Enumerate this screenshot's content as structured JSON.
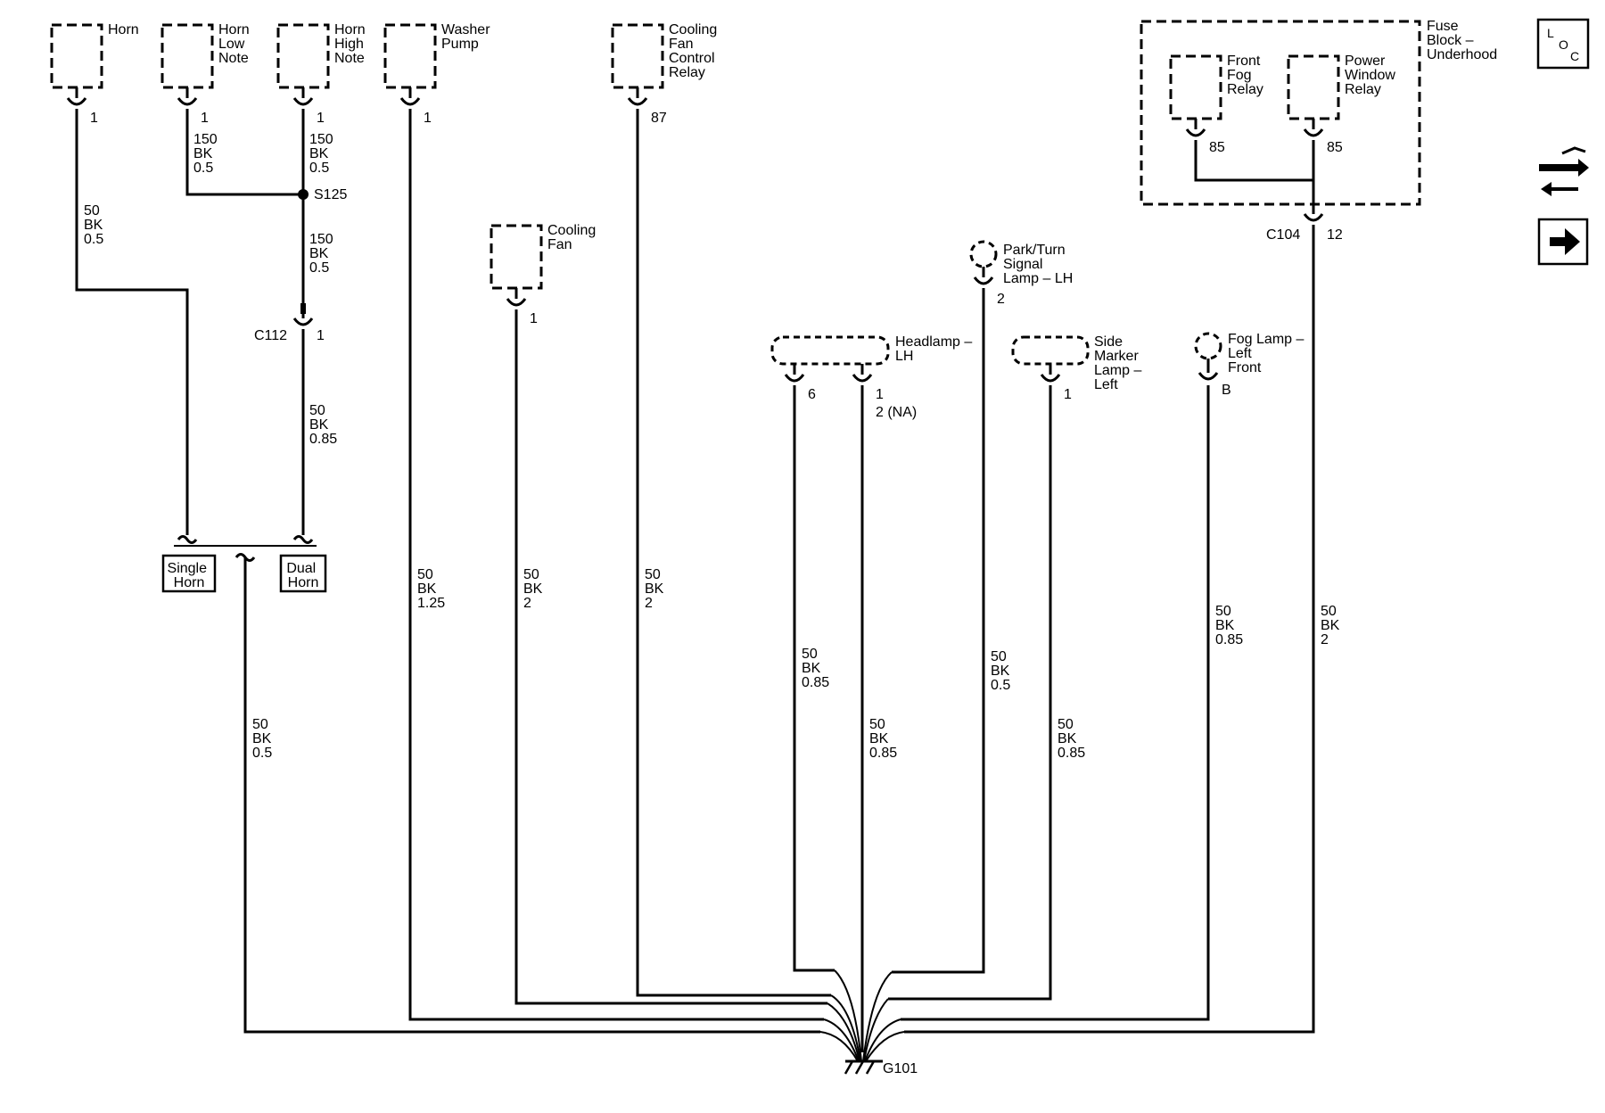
{
  "components": {
    "horn": [
      "Horn"
    ],
    "horn_low": [
      "Horn",
      "Low",
      "Note"
    ],
    "horn_high": [
      "Horn",
      "High",
      "Note"
    ],
    "washer": [
      "Washer",
      "Pump"
    ],
    "fan_relay": [
      "Cooling",
      "Fan",
      "Control",
      "Relay"
    ],
    "fan": [
      "Cooling",
      "Fan"
    ],
    "fuse_block": [
      "Fuse",
      "Block –",
      "Underhood"
    ],
    "fog_relay": [
      "Front",
      "Fog",
      "Relay"
    ],
    "pw_relay": [
      "Power",
      "Window",
      "Relay"
    ],
    "park_turn": [
      "Park/Turn",
      "Signal",
      "Lamp – LH"
    ],
    "headlamp": [
      "Headlamp –",
      "LH"
    ],
    "side_marker": [
      "Side",
      "Marker",
      "Lamp –",
      "Left"
    ],
    "fog_lamp": [
      "Fog Lamp –",
      "Left",
      "Front"
    ]
  },
  "pins": {
    "horn": "1",
    "horn_low": "1",
    "horn_high": "1",
    "washer": "1",
    "fan_relay": "87",
    "fan": "1",
    "fog_relay": "85",
    "pw_relay": "85",
    "c104": "12",
    "c112": "1",
    "park_turn": "2",
    "headlamp_a": "6",
    "headlamp_b": "1",
    "headlamp_b_alt": "2 (NA)",
    "side_marker": "1",
    "fog_lamp": "B"
  },
  "connectors": {
    "c112": "C112",
    "c104": "C104",
    "splice": "S125",
    "ground": "G101"
  },
  "wires": {
    "horn_main": [
      "50",
      "BK",
      "0.5"
    ],
    "horn_low": [
      "150",
      "BK",
      "0.5"
    ],
    "horn_high": [
      "150",
      "BK",
      "0.5"
    ],
    "s125_c112": [
      "150",
      "BK",
      "0.5"
    ],
    "c112_horn": [
      "50",
      "BK",
      "0.85"
    ],
    "horn_ground": [
      "50",
      "BK",
      "0.5"
    ],
    "washer": [
      "50",
      "BK",
      "1.25"
    ],
    "fan": [
      "50",
      "BK",
      "2"
    ],
    "fan_relay": [
      "50",
      "BK",
      "2"
    ],
    "headlamp_a": [
      "50",
      "BK",
      "0.85"
    ],
    "headlamp_b": [
      "50",
      "BK",
      "0.85"
    ],
    "park_turn": [
      "50",
      "BK",
      "0.5"
    ],
    "side_marker": [
      "50",
      "BK",
      "0.85"
    ],
    "fog_lamp": [
      "50",
      "BK",
      "0.85"
    ],
    "c104": [
      "50",
      "BK",
      "2"
    ]
  },
  "options": {
    "single_horn": [
      "Single",
      "Horn"
    ],
    "dual_horn": [
      "Dual",
      "Horn"
    ]
  },
  "nav": {
    "loc": [
      "L",
      "O",
      "C"
    ]
  }
}
